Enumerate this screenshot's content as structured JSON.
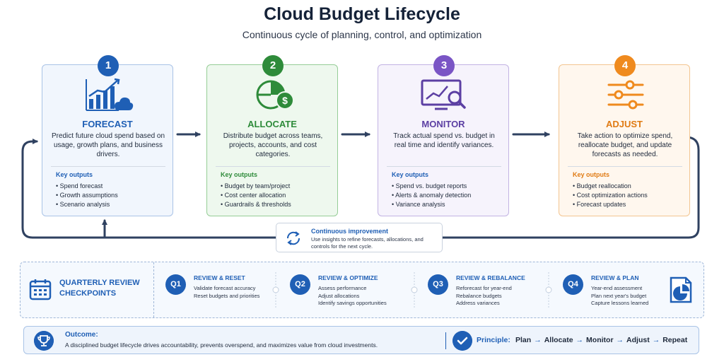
{
  "header": {
    "title": "Cloud Budget Lifecycle",
    "subtitle": "Continuous cycle of planning, control, and optimization"
  },
  "stages": [
    {
      "number": "1",
      "icon": "forecast-chart-cloud-icon",
      "name": "FORECAST",
      "description": "Predict future cloud spend based on usage, growth plans, and business drivers.",
      "outputs_label": "Key outputs",
      "outputs": [
        "Spend forecast",
        "Growth assumptions",
        "Scenario analysis"
      ],
      "color": "#1f5fb5"
    },
    {
      "number": "2",
      "icon": "pie-chart-dollar-icon",
      "name": "ALLOCATE",
      "description": "Distribute budget across teams, projects, accounts, and cost categories.",
      "outputs_label": "Key outputs",
      "outputs": [
        "Budget by team/project",
        "Cost center allocation",
        "Guardrails & thresholds"
      ],
      "color": "#2e8b3a"
    },
    {
      "number": "3",
      "icon": "monitor-magnifier-icon",
      "name": "MONITOR",
      "description": "Track actual spend vs. budget in real time and identify variances.",
      "outputs_label": "Key outputs",
      "outputs": [
        "Spend vs. budget reports",
        "Alerts & anomaly detection",
        "Variance analysis"
      ],
      "color": "#7a55c5"
    },
    {
      "number": "4",
      "icon": "sliders-icon",
      "name": "ADJUST",
      "description": "Take action to optimize spend, reallocate budget, and update forecasts as needed.",
      "outputs_label": "Key outputs",
      "outputs": [
        "Budget reallocation",
        "Cost optimization actions",
        "Forecast updates"
      ],
      "color": "#ef8a1e"
    }
  ],
  "continuous_improvement": {
    "icon": "refresh-cycle-icon",
    "title": "Continuous improvement",
    "description": "Use insights to refine forecasts, allocations, and controls for the next cycle."
  },
  "quarterly": {
    "icon": "calendar-icon",
    "title": "QUARTERLY REVIEW CHECKPOINTS",
    "end_icon": "document-chart-icon",
    "quarters": [
      {
        "badge": "Q1",
        "title": "REVIEW & RESET",
        "items": [
          "Validate forecast accuracy",
          "Reset budgets and priorities"
        ]
      },
      {
        "badge": "Q2",
        "title": "REVIEW & OPTIMIZE",
        "items": [
          "Assess performance",
          "Adjust allocations",
          "Identify savings opportunities"
        ]
      },
      {
        "badge": "Q3",
        "title": "REVIEW & REBALANCE",
        "items": [
          "Reforecast for year-end",
          "Rebalance budgets",
          "Address variances"
        ]
      },
      {
        "badge": "Q4",
        "title": "REVIEW & PLAN",
        "items": [
          "Year-end assessment",
          "Plan next year's budget",
          "Capture lessons learned"
        ]
      }
    ]
  },
  "outcome": {
    "icon": "trophy-icon",
    "title": "Outcome:",
    "description": "A disciplined budget lifecycle drives accountability, prevents overspend, and maximizes value from cloud investments."
  },
  "principle": {
    "icon": "check-circle-icon",
    "label": "Principle:",
    "steps": [
      "Plan",
      "Allocate",
      "Monitor",
      "Adjust",
      "Repeat"
    ]
  },
  "colors": {
    "primary": "#1f5fb5",
    "forecast": "#1f5fb5",
    "allocate": "#2e8b3a",
    "monitor": "#7a55c5",
    "adjust": "#ef8a1e",
    "connector": "#2f4160"
  }
}
